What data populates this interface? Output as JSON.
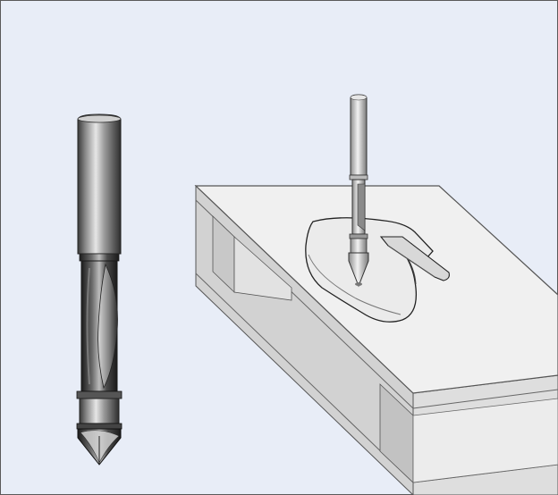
{
  "figure": {
    "background_color": "#e8edf7",
    "border_color": "#5a5a5a",
    "metal_dark": "#2f2f2f",
    "metal_light": "#dcdcdc",
    "board_face": "#efefef",
    "board_side": "#d6d6d6",
    "board_edge": "#c4c4c4",
    "parts": [
      "router-bit-illustration",
      "workpiece-board",
      "pattern-template",
      "cut-pocket",
      "slot-groove"
    ]
  }
}
